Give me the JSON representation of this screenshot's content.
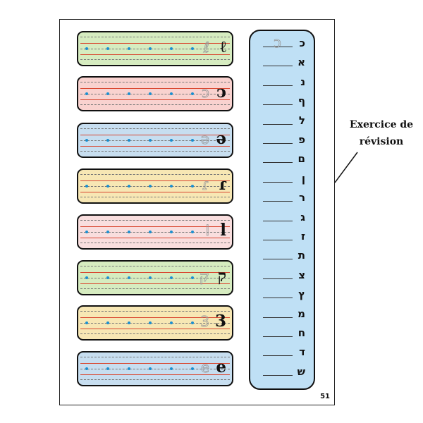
{
  "callout": {
    "line1": "Exercice de",
    "line2": "révision"
  },
  "page_number": "51",
  "colors": {
    "green": "#d6ecc0",
    "pink": "#f9d2cf",
    "blue": "#c7def0",
    "yellow": "#f7e7b4",
    "light_pink": "#f9dede",
    "column_blue": "#bfe0f5",
    "red_line": "#d9462f",
    "dot_blue": "#1a8fd0"
  },
  "practice_rows": [
    {
      "model": "ℓ",
      "trace": "ℓ",
      "bg": "#d6ecc0"
    },
    {
      "model": "ↄ",
      "trace": "ↄ",
      "bg": "#f9d2cf"
    },
    {
      "model": "ə",
      "trace": "ə",
      "bg": "#c7def0"
    },
    {
      "model": "ɾ",
      "trace": "ɾ",
      "bg": "#f7e7b4"
    },
    {
      "model": "l",
      "trace": "l",
      "bg": "#f9dede"
    },
    {
      "model": "ק",
      "trace": "ק",
      "bg": "#d6ecc0"
    },
    {
      "model": "3",
      "trace": "3",
      "bg": "#f7e7b4"
    },
    {
      "model": "e",
      "trace": "e",
      "bg": "#c7def0"
    }
  ],
  "review_column": [
    {
      "letter": "כ",
      "blank": "____",
      "trace": "ↄ"
    },
    {
      "letter": "א",
      "blank": "____"
    },
    {
      "letter": "נ",
      "blank": "____"
    },
    {
      "letter": "ף",
      "blank": "____"
    },
    {
      "letter": "ל",
      "blank": "____"
    },
    {
      "letter": "פ",
      "blank": "____"
    },
    {
      "letter": "ם",
      "blank": "____"
    },
    {
      "letter": "ן",
      "blank": "____"
    },
    {
      "letter": "ר",
      "blank": "____"
    },
    {
      "letter": "ג",
      "blank": "____"
    },
    {
      "letter": "ז",
      "blank": "____"
    },
    {
      "letter": "ת",
      "blank": "____"
    },
    {
      "letter": "צ",
      "blank": "____"
    },
    {
      "letter": "ץ",
      "blank": "____"
    },
    {
      "letter": "מ",
      "blank": "____"
    },
    {
      "letter": "ח",
      "blank": "____"
    },
    {
      "letter": "ד",
      "blank": "____"
    },
    {
      "letter": "ש",
      "blank": "____"
    }
  ]
}
